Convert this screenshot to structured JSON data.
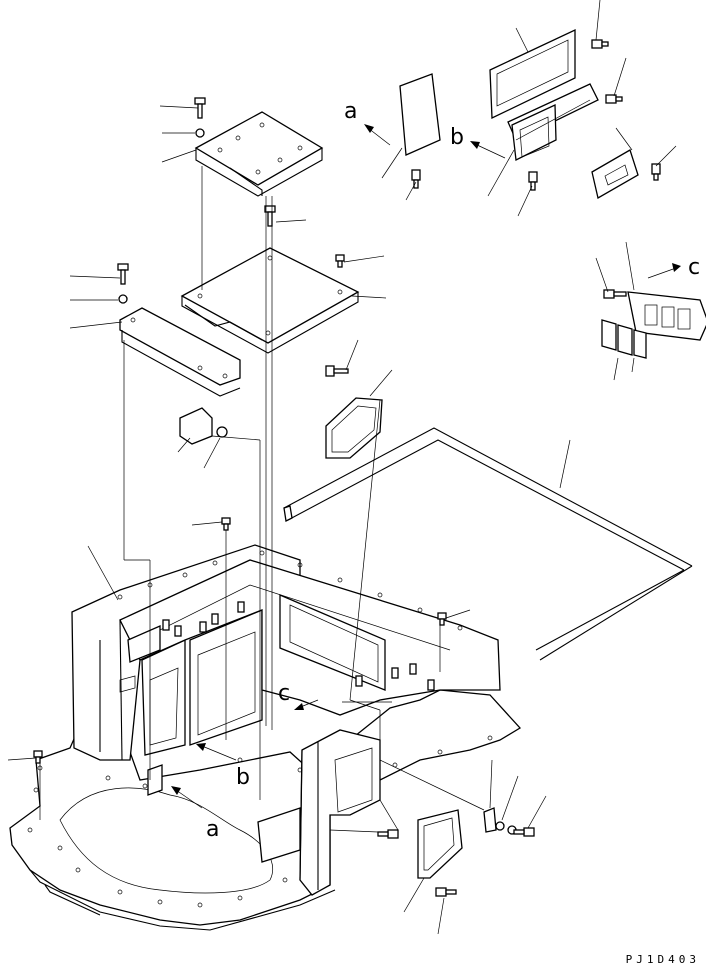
{
  "labels": {
    "a_top": "a",
    "b_top": "b",
    "c_top": "c",
    "c_mid": "c",
    "b_bottom": "b",
    "a_bottom": "a"
  },
  "drawing_code": "PJ1D403"
}
